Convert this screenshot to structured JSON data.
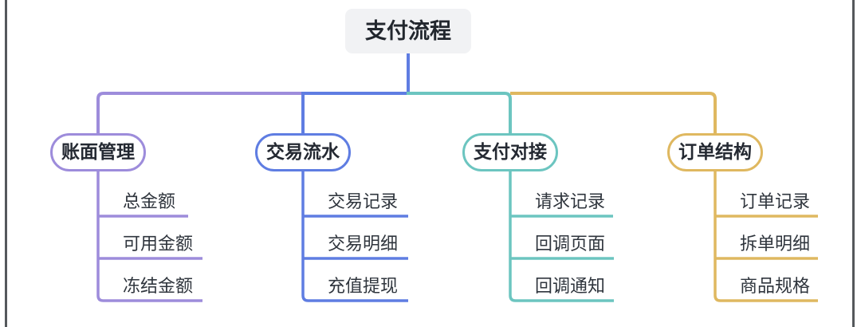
{
  "diagram": {
    "title": "支付流程"
  },
  "branches": [
    {
      "label": "账面管理",
      "color": "#9d8cdb",
      "children": [
        "总金额",
        "可用金额",
        "冻结金额"
      ]
    },
    {
      "label": "交易流水",
      "color": "#5f7de2",
      "children": [
        "交易记录",
        "交易明细",
        "充值提现"
      ]
    },
    {
      "label": "支付对接",
      "color": "#6cc5c0",
      "children": [
        "请求记录",
        "回调页面",
        "回调通知"
      ]
    },
    {
      "label": "订单结构",
      "color": "#dfb860",
      "children": [
        "订单记录",
        "拆单明细",
        "商品规格"
      ]
    }
  ],
  "colors": {
    "root_node_bg": "#f1f2f4",
    "root_node_text": "#22272e",
    "child_text": "#2f353d",
    "frame_line": "#55585c",
    "canvas_bg": "#ffffff"
  }
}
